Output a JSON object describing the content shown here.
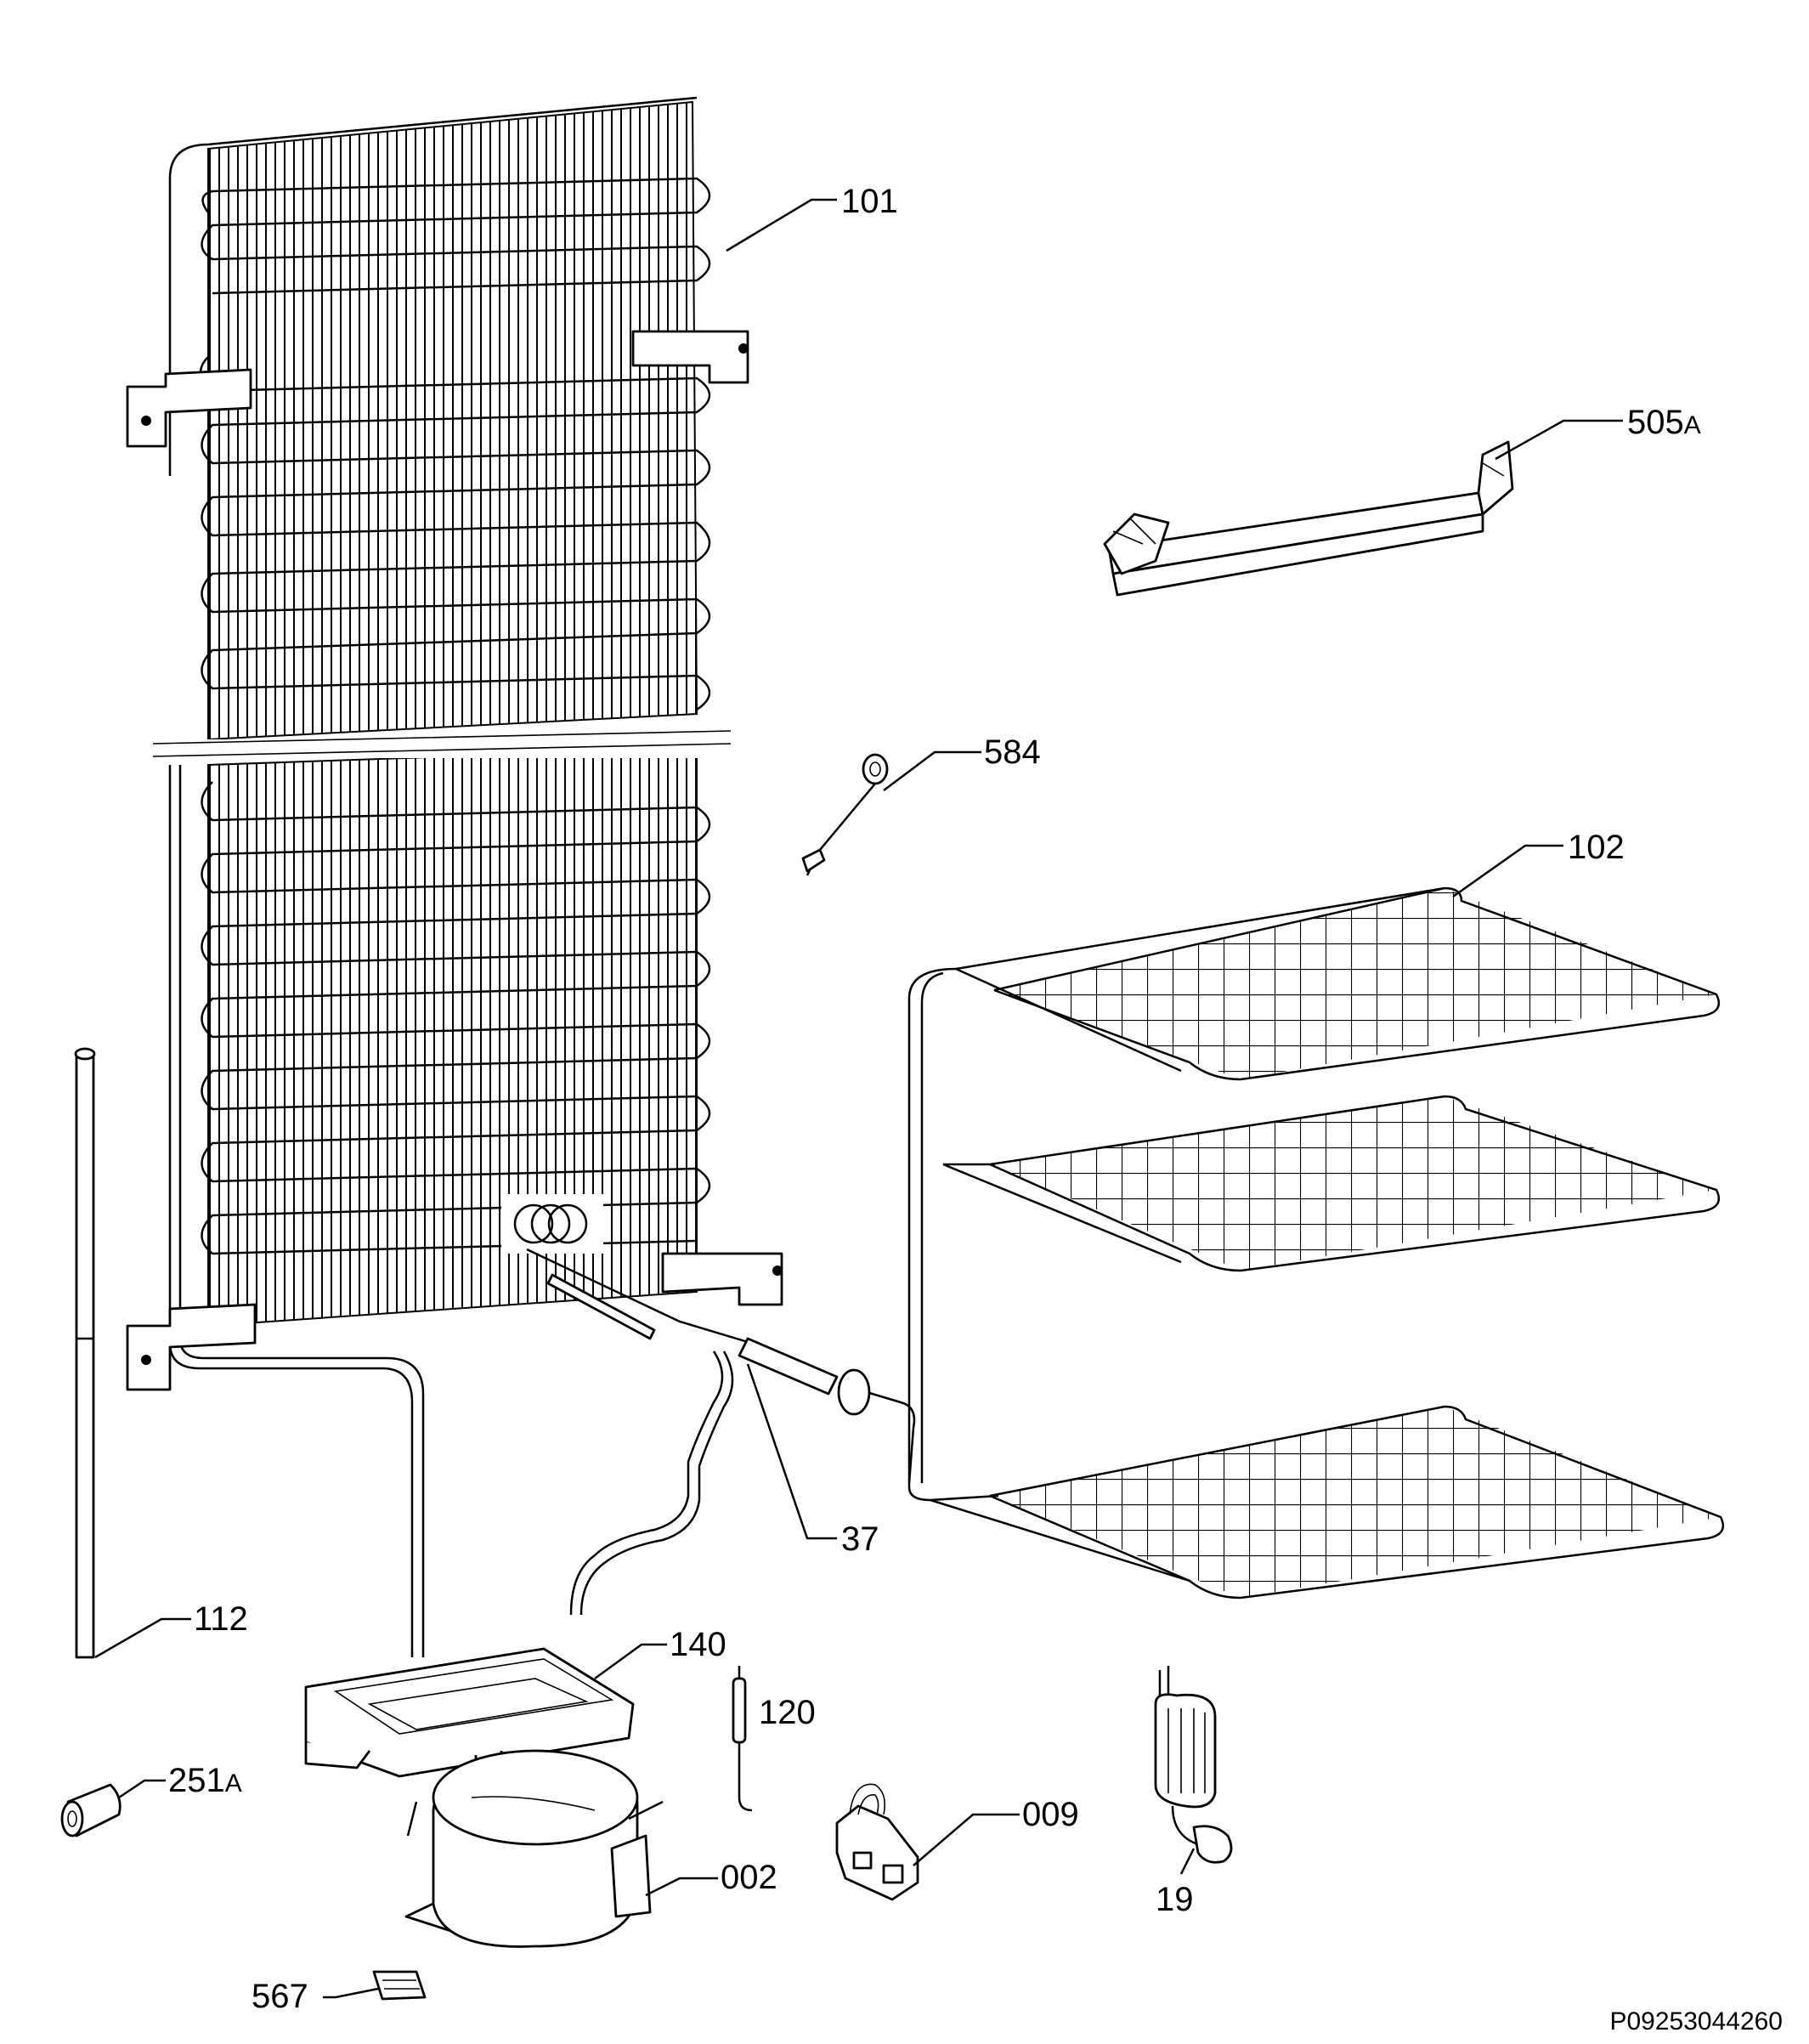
{
  "diagram": {
    "reference_code": "P09253044260",
    "callouts": [
      {
        "id": "101",
        "number": "101",
        "suffix": ""
      },
      {
        "id": "505a",
        "number": "505",
        "suffix": "A"
      },
      {
        "id": "584",
        "number": "584",
        "suffix": ""
      },
      {
        "id": "102",
        "number": "102",
        "suffix": ""
      },
      {
        "id": "37",
        "number": "37",
        "suffix": ""
      },
      {
        "id": "112",
        "number": "112",
        "suffix": ""
      },
      {
        "id": "140",
        "number": "140",
        "suffix": ""
      },
      {
        "id": "120",
        "number": "120",
        "suffix": ""
      },
      {
        "id": "009",
        "number": "009",
        "suffix": ""
      },
      {
        "id": "251a",
        "number": "251",
        "suffix": "A"
      },
      {
        "id": "002",
        "number": "002",
        "suffix": ""
      },
      {
        "id": "19",
        "number": "19",
        "suffix": ""
      },
      {
        "id": "567",
        "number": "567",
        "suffix": ""
      }
    ]
  }
}
